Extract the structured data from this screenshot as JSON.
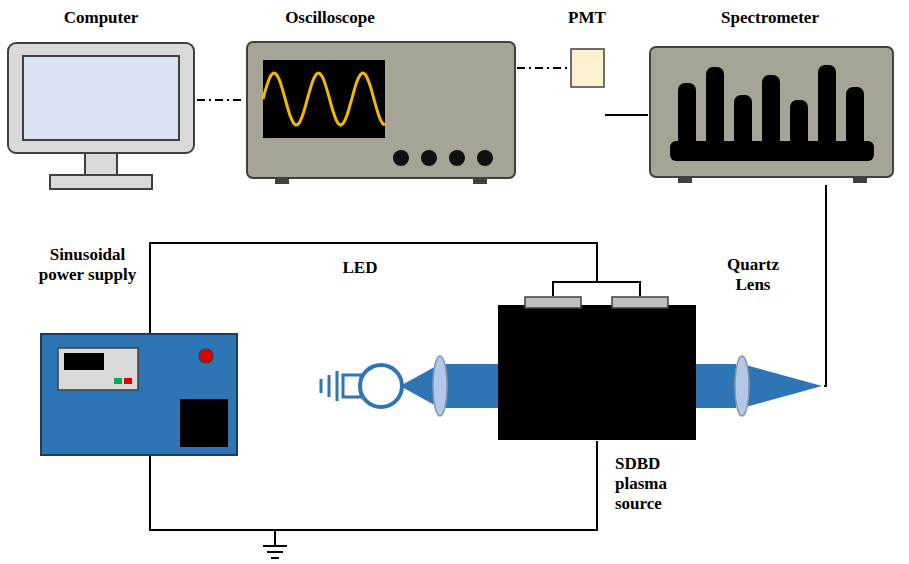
{
  "diagram": {
    "nodes": [
      {
        "text": [
          "Computer"
        ]
      },
      {
        "text": [
          "Oscilloscope"
        ]
      },
      {
        "text": [
          "PMT"
        ]
      },
      {
        "text": [
          "Spectrometer"
        ]
      },
      {
        "text": [
          "Sinusoidal power supply"
        ]
      },
      {
        "text": [
          "LED"
        ]
      },
      {
        "text": [
          "SDBD plasma source"
        ]
      },
      {
        "text": [
          "Quartz Lens"
        ]
      }
    ],
    "edges": [
      {
        "from": 0,
        "to": 1,
        "arrow": "none"
      },
      {
        "from": 1,
        "to": 2,
        "arrow": "none"
      },
      {
        "from": 2,
        "to": 3,
        "arrow": "none"
      },
      {
        "from": 7,
        "to": 3,
        "arrow": "none"
      },
      {
        "from": 4,
        "to": 6,
        "arrow": "none"
      },
      {
        "from": 4,
        "to": 6,
        "arrow": "none"
      }
    ]
  }
}
